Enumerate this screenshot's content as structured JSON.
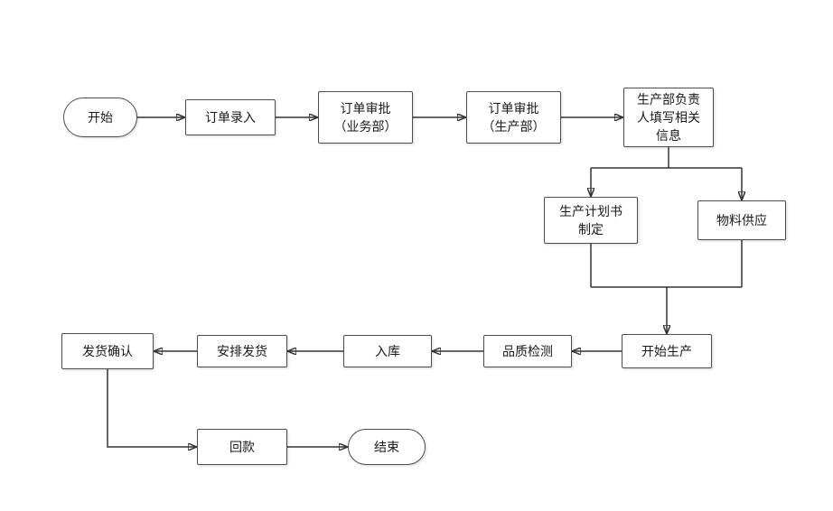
{
  "diagram": {
    "type": "flowchart",
    "colors": {
      "background": "#ffffff",
      "node_fill": "#ffffff",
      "node_border": "#4d4d4d",
      "text": "#1a1a1a",
      "connector": "#333333"
    },
    "nodes": {
      "start": {
        "label": "开始",
        "shape": "terminator"
      },
      "order_entry": {
        "label": "订单录入",
        "shape": "process"
      },
      "order_approval_business": {
        "label": "订单审批\n（业务部）",
        "shape": "process"
      },
      "order_approval_production": {
        "label": "订单审批\n（生产部）",
        "shape": "process"
      },
      "production_info": {
        "label": "生产部负责\n人填写相关\n信息",
        "shape": "process"
      },
      "production_plan": {
        "label": "生产计划书\n制定",
        "shape": "process"
      },
      "material_supply": {
        "label": "物料供应",
        "shape": "process"
      },
      "start_production": {
        "label": "开始生产",
        "shape": "process"
      },
      "quality_inspection": {
        "label": "品质检测",
        "shape": "process"
      },
      "warehouse_in": {
        "label": "入库",
        "shape": "process"
      },
      "arrange_shipping": {
        "label": "安排发货",
        "shape": "process"
      },
      "shipping_confirm": {
        "label": "发货确认",
        "shape": "process"
      },
      "payment_received": {
        "label": "回款",
        "shape": "process"
      },
      "end": {
        "label": "结束",
        "shape": "terminator"
      }
    },
    "edges": [
      {
        "from": "start",
        "to": "order_entry"
      },
      {
        "from": "order_entry",
        "to": "order_approval_business"
      },
      {
        "from": "order_approval_business",
        "to": "order_approval_production"
      },
      {
        "from": "order_approval_production",
        "to": "production_info"
      },
      {
        "from": "production_info",
        "to": "production_plan"
      },
      {
        "from": "production_info",
        "to": "material_supply"
      },
      {
        "from": "production_plan",
        "to": "start_production"
      },
      {
        "from": "material_supply",
        "to": "start_production"
      },
      {
        "from": "start_production",
        "to": "quality_inspection"
      },
      {
        "from": "quality_inspection",
        "to": "warehouse_in"
      },
      {
        "from": "warehouse_in",
        "to": "arrange_shipping"
      },
      {
        "from": "arrange_shipping",
        "to": "shipping_confirm"
      },
      {
        "from": "shipping_confirm",
        "to": "payment_received"
      },
      {
        "from": "payment_received",
        "to": "end"
      }
    ]
  }
}
